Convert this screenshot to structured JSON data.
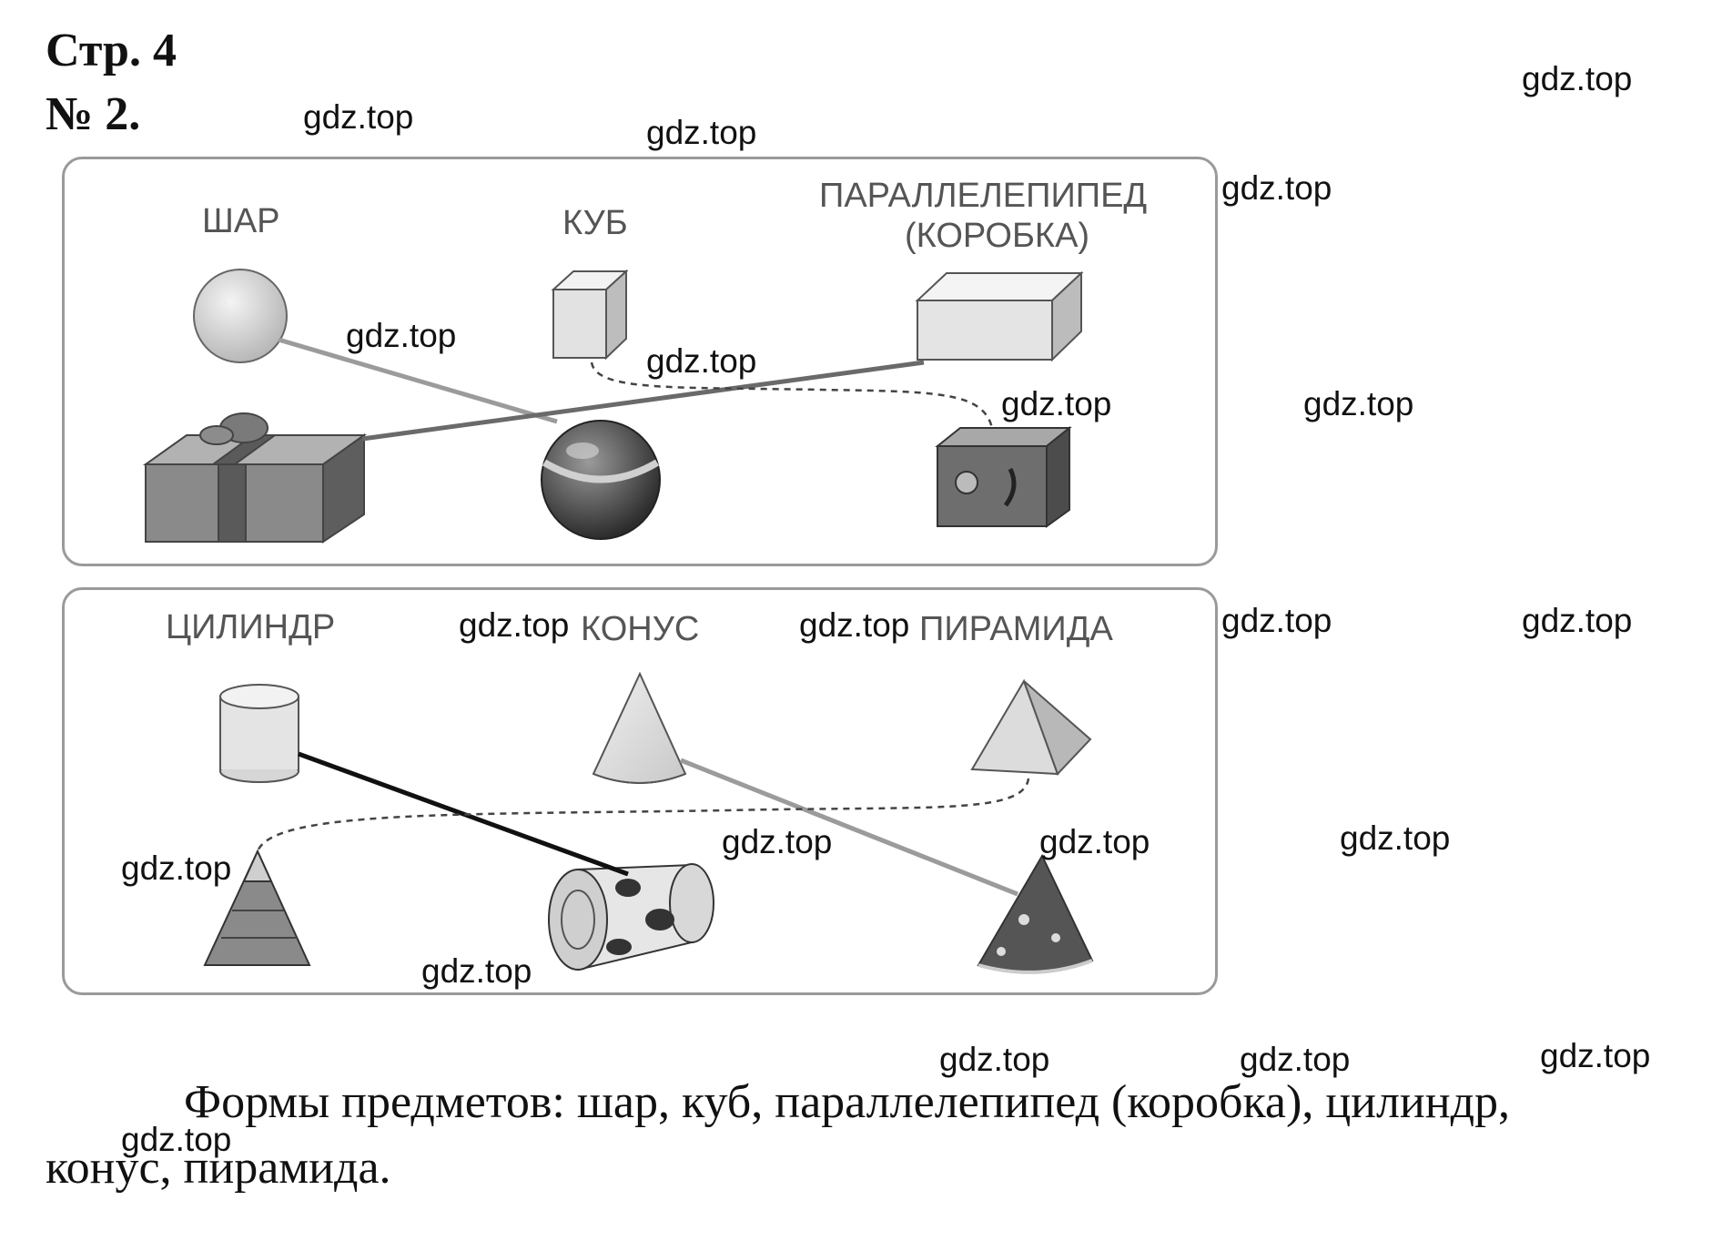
{
  "header": {
    "page": "Стр. 4",
    "task": "№ 2."
  },
  "watermark": "gdz.top",
  "panel_top": {
    "labels": {
      "sphere": "ШАР",
      "cube": "КУБ",
      "box_line1": "ПАРАЛЛЕЛЕПИПЕД",
      "box_line2": "(КОРОБКА)"
    }
  },
  "panel_bottom": {
    "labels": {
      "cylinder": "ЦИЛИНДР",
      "cone": "КОНУС",
      "pyramid": "ПИРАМИДА"
    }
  },
  "answer": {
    "line1": "Формы предметов: шар, куб, параллелепипед (коробка), цилиндр,",
    "line2": "конус, пирамида."
  },
  "colors": {
    "panel_border": "#9a9a9a",
    "label": "#555555",
    "shape_fill": "#d8d8d8",
    "connector_gray": "#9b9b9b",
    "connector_dark": "#111111"
  }
}
